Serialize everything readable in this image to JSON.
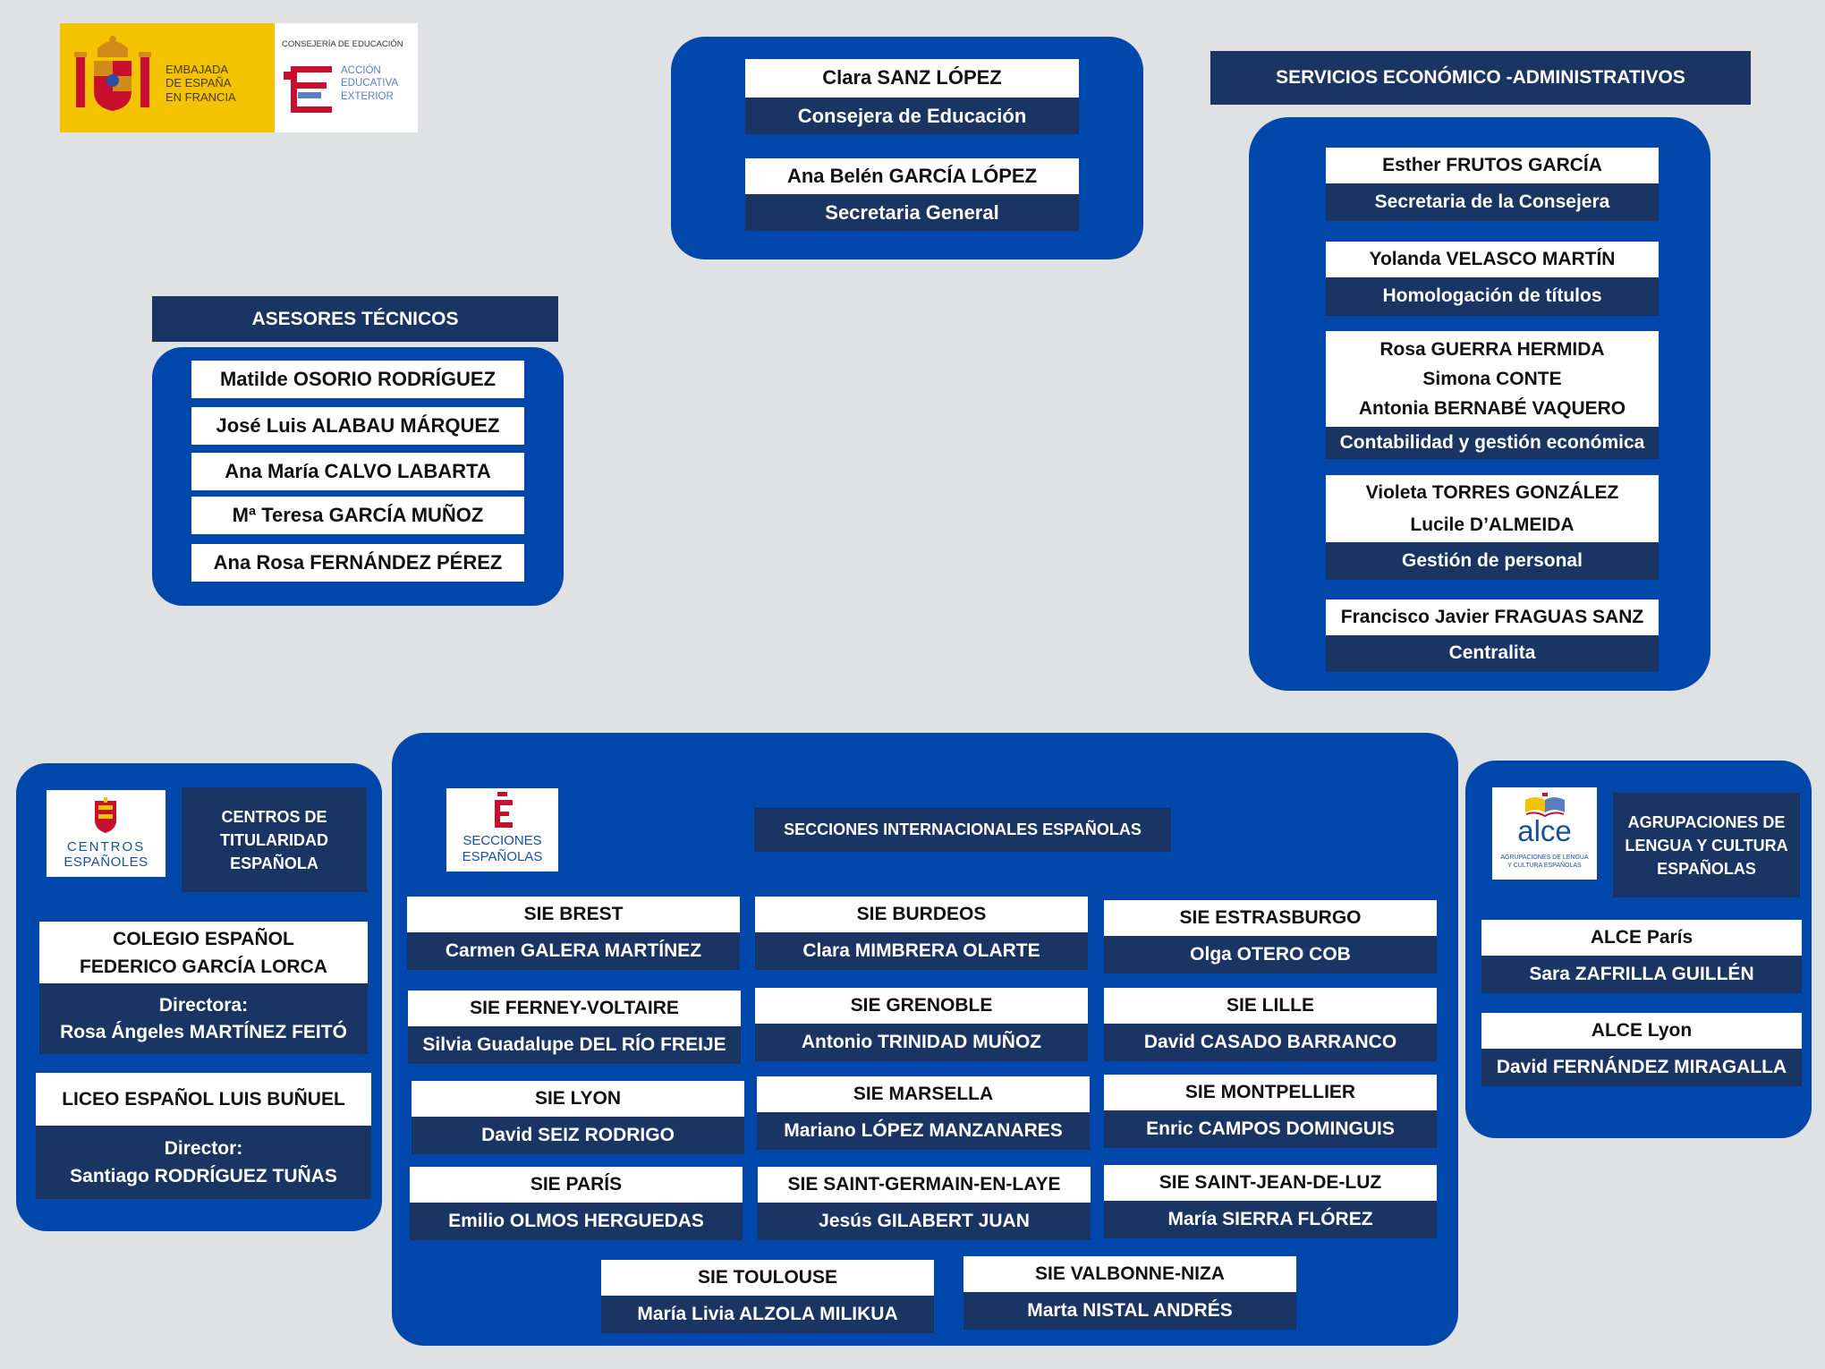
{
  "logo": {
    "embassy_lines": [
      "EMBAJADA",
      "DE ESPAÑA",
      "EN FRANCIA"
    ],
    "ministry_top": "CONSEJERÍA DE EDUCACIÓN",
    "ministry_lines": [
      "ACCIÓN",
      "EDUCATIVA",
      "EXTERIOR"
    ],
    "colors": {
      "yellow": "#f4c300",
      "red": "#c8102e",
      "blue": "#5a7fc0"
    }
  },
  "top": {
    "consejera": {
      "name": "Clara SANZ LÓPEZ",
      "role": "Consejera de Educación"
    },
    "secretaria": {
      "name": "Ana Belén GARCÍA LÓPEZ",
      "role": "Secretaria General"
    }
  },
  "asesores": {
    "title": "ASESORES TÉCNICOS",
    "members": [
      "Matilde OSORIO RODRÍGUEZ",
      "José Luis ALABAU MÁRQUEZ",
      "Ana María CALVO LABARTA",
      "Mª Teresa GARCÍA MUÑOZ",
      "Ana Rosa FERNÁNDEZ PÉREZ"
    ]
  },
  "servicios": {
    "title": "SERVICIOS ECONÓMICO -ADMINISTRATIVOS",
    "secretaria": {
      "name": "Esther FRUTOS GARCÍA",
      "role": "Secretaria de la Consejera"
    },
    "homologacion": {
      "name": "Yolanda VELASCO MARTÍN",
      "role": "Homologación de títulos"
    },
    "contabilidad": {
      "names": [
        "Rosa GUERRA HERMIDA",
        "Simona CONTE",
        "Antonia BERNABÉ VAQUERO"
      ],
      "role": "Contabilidad y gestión económica"
    },
    "personal": {
      "names": [
        "Violeta TORRES GONZÁLEZ",
        "Lucile D’ALMEIDA"
      ],
      "role": "Gestión de personal"
    },
    "centralita": {
      "name": "Francisco Javier FRAGUAS SANZ",
      "role": "Centralita"
    }
  },
  "centros": {
    "logo_lines": [
      "CENTROS",
      "ESPAÑOLES"
    ],
    "title_lines": [
      "CENTROS DE",
      "TITULARIDAD",
      "ESPAÑOLA"
    ],
    "colegio": {
      "name_lines": [
        "COLEGIO ESPAÑOL",
        "FEDERICO GARCÍA LORCA"
      ],
      "role_lines": [
        "Directora:",
        "Rosa Ángeles MARTÍNEZ FEITÓ"
      ]
    },
    "liceo": {
      "name": "LICEO ESPAÑOL LUIS BUÑUEL",
      "role_lines": [
        "Director:",
        "Santiago RODRÍGUEZ TUÑAS"
      ]
    }
  },
  "secciones": {
    "logo_lines": [
      "SECCIONES",
      "ESPAÑOLAS"
    ],
    "title": "SECCIONES INTERNACIONALES ESPAÑOLAS",
    "items": [
      {
        "name": "SIE BREST",
        "person": "Carmen GALERA MARTÍNEZ"
      },
      {
        "name": "SIE BURDEOS",
        "person": "Clara MIMBRERA OLARTE"
      },
      {
        "name": "SIE ESTRASBURGO",
        "person": "Olga OTERO COB"
      },
      {
        "name": "SIE FERNEY-VOLTAIRE",
        "person": "Silvia Guadalupe DEL RÍO FREIJE"
      },
      {
        "name": "SIE GRENOBLE",
        "person": "Antonio TRINIDAD MUÑOZ"
      },
      {
        "name": "SIE LILLE",
        "person": "David CASADO BARRANCO"
      },
      {
        "name": "SIE LYON",
        "person": "David SEIZ RODRIGO"
      },
      {
        "name": "SIE MARSELLA",
        "person": "Mariano LÓPEZ MANZANARES"
      },
      {
        "name": "SIE MONTPELLIER",
        "person": "Enric CAMPOS DOMINGUIS"
      },
      {
        "name": "SIE PARÍS",
        "person": "Emilio OLMOS HERGUEDAS"
      },
      {
        "name": "SIE SAINT-GERMAIN-EN-LAYE",
        "person": "Jesús GILABERT JUAN"
      },
      {
        "name": "SIE SAINT-JEAN-DE-LUZ",
        "person": "María SIERRA FLÓREZ"
      },
      {
        "name": "SIE TOULOUSE",
        "person": "María Livia ALZOLA MILIKUA"
      },
      {
        "name": "SIE VALBONNE-NIZA",
        "person": "Marta NISTAL ANDRÉS"
      }
    ]
  },
  "alce": {
    "logo_word": "alce",
    "logo_sub_lines": [
      "AGRUPACIONES DE LENGUA",
      "Y CULTURA ESPAÑOLAS"
    ],
    "title_lines": [
      "AGRUPACIONES DE",
      "LENGUA Y CULTURA",
      "ESPAÑOLAS"
    ],
    "paris": {
      "name": "ALCE París",
      "person": "Sara ZAFRILLA GUILLÉN"
    },
    "lyon": {
      "name": "ALCE Lyon",
      "person": "David FERNÁNDEZ MIRAGALLA"
    }
  }
}
